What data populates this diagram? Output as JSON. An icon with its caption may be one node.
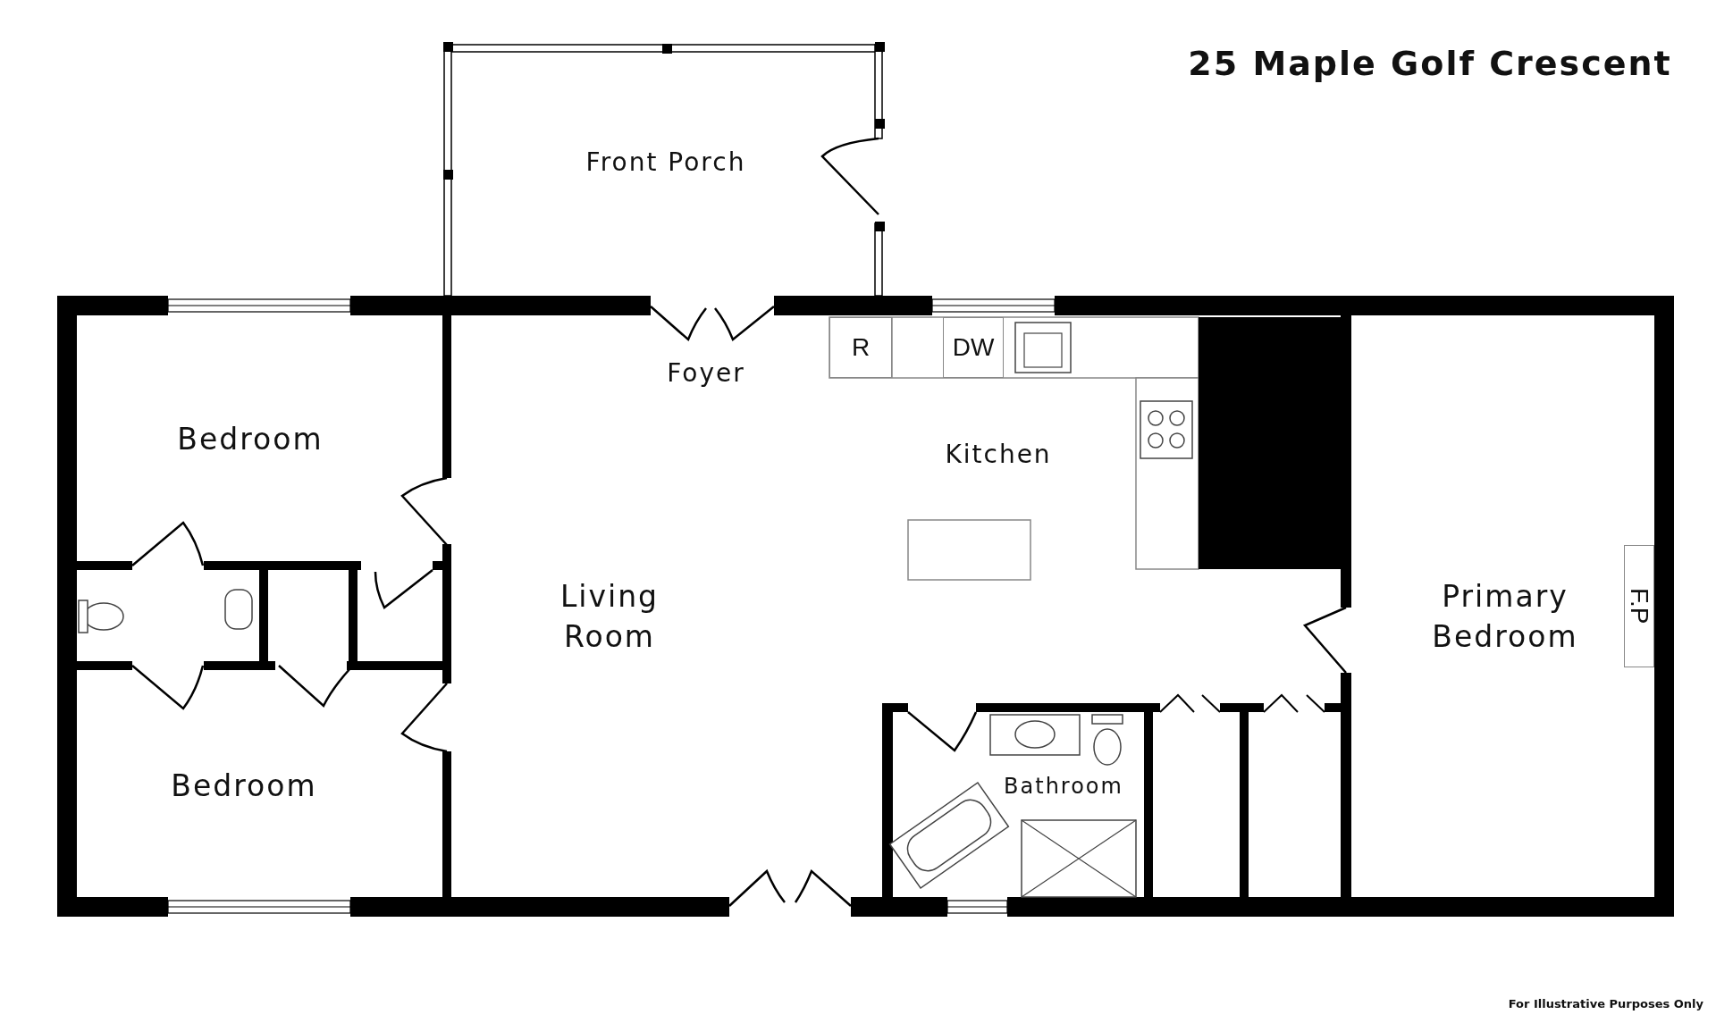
{
  "diagram": {
    "title": "25 Maple Golf Crescent",
    "nodes": [
      {
        "text": [
          "Front Porch"
        ]
      },
      {
        "text": [
          "Foyer"
        ]
      },
      {
        "text": [
          "R"
        ]
      },
      {
        "text": [
          "DW"
        ]
      },
      {
        "text": [
          "Kitchen"
        ]
      },
      {
        "text": [
          "Bedroom"
        ]
      },
      {
        "text": [
          "Living Room"
        ]
      },
      {
        "text": [
          "Primary Bedroom"
        ]
      },
      {
        "text": [
          "F.P"
        ]
      },
      {
        "text": [
          "Bedroom"
        ]
      },
      {
        "text": [
          "Bathroom"
        ]
      }
    ],
    "labels": [
      "For Illustrative Purposes Only"
    ]
  }
}
